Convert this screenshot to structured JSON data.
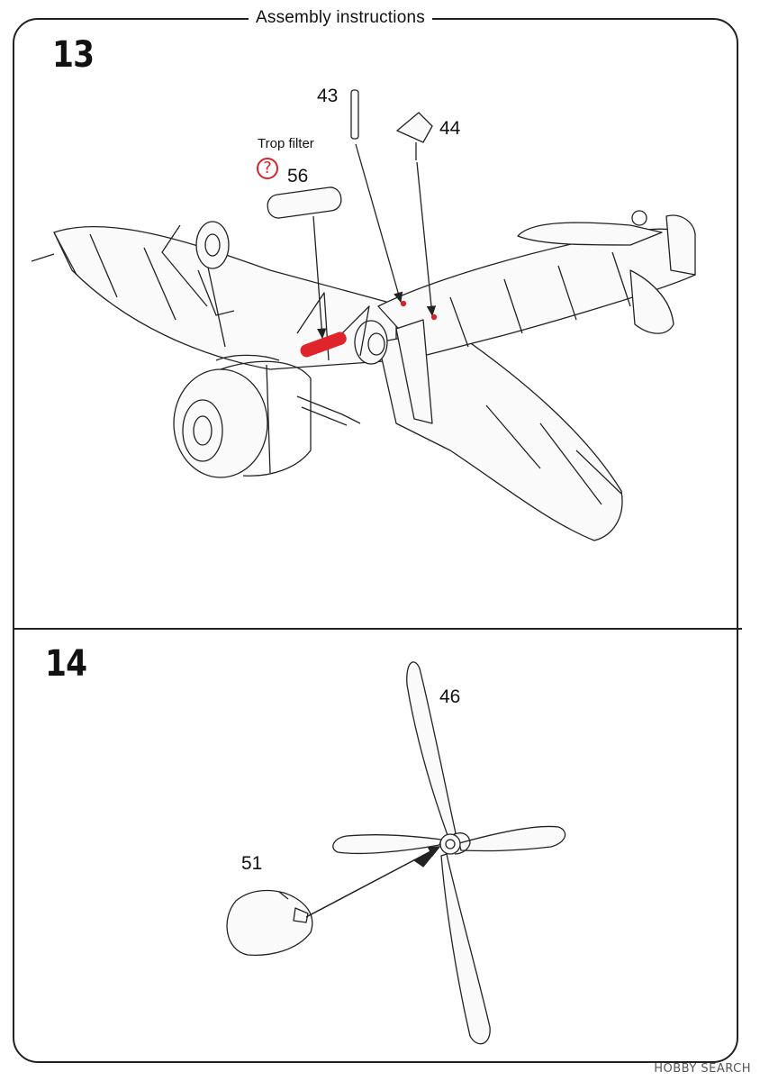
{
  "header": {
    "title": "Assembly instructions"
  },
  "steps": [
    {
      "number": "13",
      "parts": [
        {
          "id": "43"
        },
        {
          "id": "44"
        },
        {
          "id": "56",
          "note": "Trop filter",
          "note_icon": "question-mark-icon",
          "highlight_color": "#e0242b"
        }
      ]
    },
    {
      "number": "14",
      "parts": [
        {
          "id": "46"
        },
        {
          "id": "51"
        }
      ]
    }
  ],
  "watermark": {
    "text": "HOBBY SEARCH"
  },
  "colors": {
    "line": "#222222",
    "accent": "#d9222a",
    "highlight": "#e0242b"
  }
}
